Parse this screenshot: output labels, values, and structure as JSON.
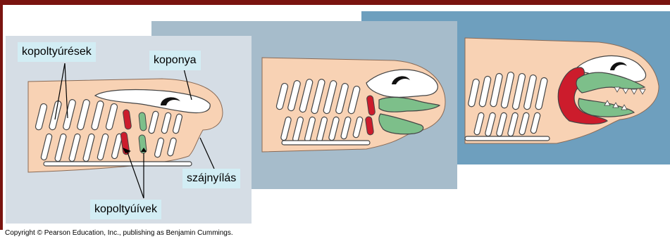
{
  "labels": {
    "gill_slits": "kopoltyúrések",
    "skull": "koponya",
    "mouth": "szájnyílás",
    "gill_arches": "kopoltyúívek"
  },
  "footer": {
    "copyright": "Copyright © Pearson Education, Inc., publishing as Benjamin Cummings."
  },
  "colors": {
    "frame": "#7a1410",
    "panel1": "#d5dde5",
    "panel2": "#a6bccb",
    "panel3": "#6e9fbe",
    "body": "#f8d2b4",
    "gill_arch_red": "#cc1c2c",
    "jaw_green": "#7dbf8a",
    "label_bg": "#d2edf4"
  }
}
